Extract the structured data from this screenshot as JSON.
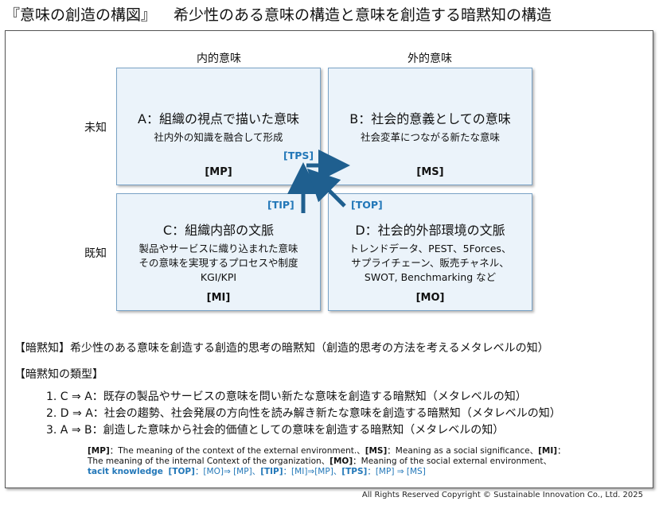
{
  "title": {
    "main": "『意味の創造の構図』",
    "sub": "希少性のある意味の構造と意味を創造する暗黙知の構造"
  },
  "columns": [
    "内的意味",
    "外的意味"
  ],
  "rows": [
    "未知",
    "既知"
  ],
  "cells": {
    "A": {
      "title": "A：組織の視点で描いた意味",
      "lines": [
        "社内外の知識を融合して形成"
      ],
      "tag": "[MP]"
    },
    "B": {
      "title": "B：社会的意義としての意味",
      "lines": [
        "社会変革につながる新たな意味"
      ],
      "tag": "[MS]"
    },
    "C": {
      "title": "C：組織内部の文脈",
      "lines": [
        "製品やサービスに織り込まれた意味",
        "その意味を実現するプロセスや制度",
        "KGI/KPI"
      ],
      "tag": "[MI]"
    },
    "D": {
      "title": "D：社会的外部環境の文脈",
      "lines": [
        "トレンドデータ、PEST、5Forces、",
        "サプライチェーン、販売チャネル、",
        "SWOT, Benchmarking など"
      ],
      "tag": "[MO]"
    }
  },
  "flow_tags": {
    "tps": "[TPS]",
    "tip": "[TIP]",
    "top": "[TOP]"
  },
  "tacit_definition": "【暗黙知】希少性のある意味を創造する創造的思考の暗黙知（創造的思考の方法を考えるメタレベルの知）",
  "types_heading": "【暗黙知の類型】",
  "types": [
    "1. C ⇒ A：既存の製品やサービスの意味を問い新たな意味を創造する暗黙知（メタレベルの知）",
    "2. D ⇒ A：社会の趨勢、社会発展の方向性を読み解き新たな意味を創造する暗黙知（メタレベルの知）",
    "3. A ⇒ B：創造した意味から社会的価値としての意味を創造する暗黙知（メタレベルの知）"
  ],
  "legend": {
    "mp_label": "[MP]",
    "mp_text": "：The meaning of the context of the external environment.、",
    "ms_label": "[MS]",
    "ms_text": "：Meaning as a social significance、",
    "mi_label": "[MI]",
    "mi_text": "：",
    "line2_text": "The meaning of the internal Context of the organization、",
    "mo_label": "[MO]",
    "mo_text": "：Meaning of the social external environment、",
    "tacit_label": "tacit knowledge",
    "top_label": "[TOP]",
    "top_text": "：[MO]⇒ [MP]、",
    "tip_label": "[TIP]",
    "tip_text": "：[MI]⇒[MP]、",
    "tps_label": "[TPS]",
    "tps_text": "：[MP] ⇒ [MS]"
  },
  "copyright": "All Rights Reserved Copyright © Sustainable Innovation Co., Ltd. 2025",
  "colors": {
    "cell_fill": "#ebf3fa",
    "cell_border": "#7aa3c6",
    "accent_blue": "#2277b8",
    "arrow": "#1f5f8f"
  }
}
